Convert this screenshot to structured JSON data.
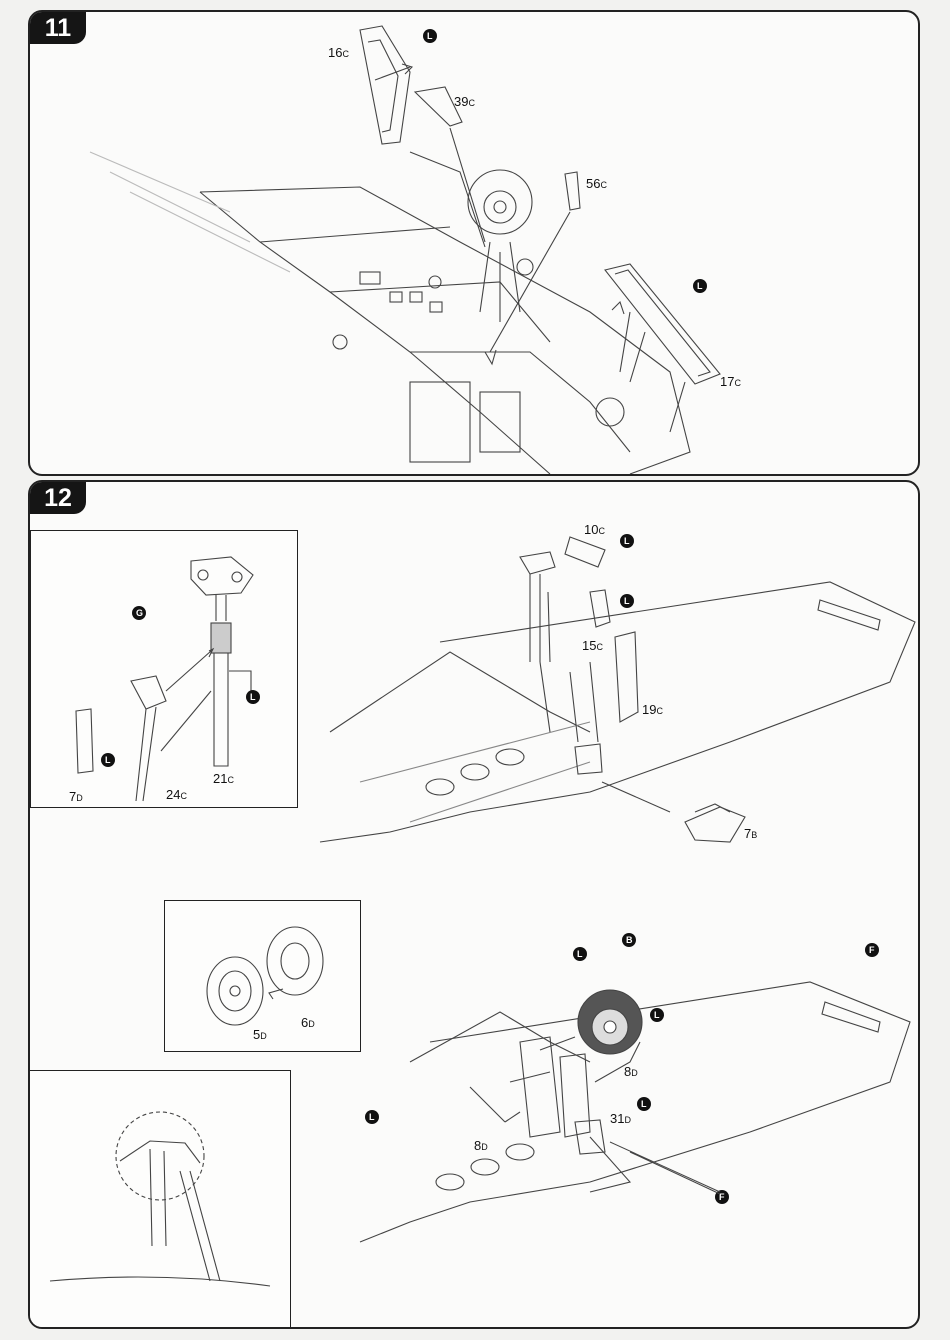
{
  "steps": [
    {
      "number": "11",
      "parts": [
        {
          "num": "16",
          "suffix": "C"
        },
        {
          "num": "39",
          "suffix": "C"
        },
        {
          "num": "56",
          "suffix": "C"
        },
        {
          "num": "17",
          "suffix": "C"
        }
      ],
      "callouts": [
        "L",
        "L"
      ]
    },
    {
      "number": "12",
      "parts": [
        {
          "num": "10",
          "suffix": "C"
        },
        {
          "num": "15",
          "suffix": "C"
        },
        {
          "num": "19",
          "suffix": "C"
        },
        {
          "num": "7",
          "suffix": "B"
        },
        {
          "num": "7",
          "suffix": "D"
        },
        {
          "num": "24",
          "suffix": "C"
        },
        {
          "num": "21",
          "suffix": "C"
        },
        {
          "num": "5",
          "suffix": "D"
        },
        {
          "num": "6",
          "suffix": "D"
        },
        {
          "num": "8",
          "suffix": "D"
        },
        {
          "num": "8",
          "suffix": "D"
        },
        {
          "num": "31",
          "suffix": "D"
        }
      ],
      "callouts": [
        "L",
        "L",
        "G",
        "L",
        "L",
        "L",
        "B",
        "L",
        "F",
        "L",
        "L",
        "F"
      ]
    }
  ]
}
